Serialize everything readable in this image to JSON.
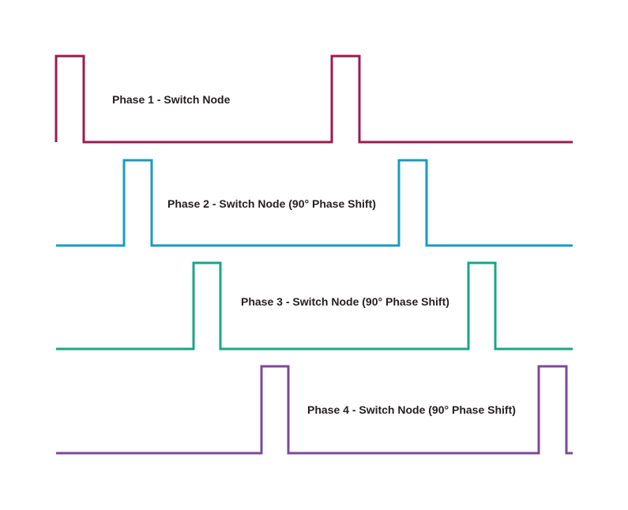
{
  "phases": [
    {
      "label": "Phase 1 - Switch Node",
      "color": "#9b1b4d"
    },
    {
      "label": "Phase 2 - Switch Node (90° Phase Shift)",
      "color": "#1a9bc2"
    },
    {
      "label": "Phase 3 - Switch Node (90° Phase Shift)",
      "color": "#1ba585"
    },
    {
      "label": "Phase 4 - Switch Node (90° Phase Shift)",
      "color": "#7b4a97"
    }
  ]
}
